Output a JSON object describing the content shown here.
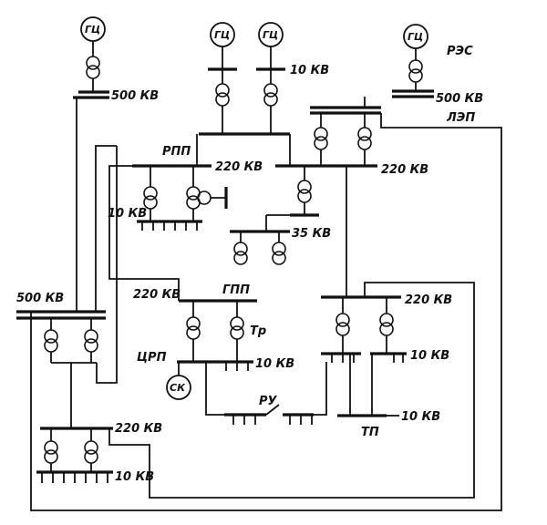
{
  "labels": {
    "res": "РЭС",
    "lep": "ЛЭП",
    "kv500_left": "500 КВ",
    "kv500_right": "500 КВ",
    "kv10_top": "10 КВ",
    "rpp": "РПП",
    "kv220_rpp": "220 КВ",
    "kv220_upper_right": "220 КВ",
    "kv10_rpp": "10 КВ",
    "kv35": "35 КВ",
    "kv500_lower_left": "500 КВ",
    "kv220_gpp": "220 КВ",
    "gpp": "ГПП",
    "tr": "Тр",
    "crp": "ЦРП",
    "kv10_crp": "10 КВ",
    "kv220_mid_right": "220 КВ",
    "kv10_mid_right": "10 КВ",
    "ru": "РУ",
    "tp": "ТП",
    "kv10_tp": "10 КВ",
    "kv220_bottom": "220 КВ",
    "kv10_bottom": "10 КВ"
  },
  "symbols": {
    "generator": "ГЦ",
    "compensator": "СК"
  }
}
